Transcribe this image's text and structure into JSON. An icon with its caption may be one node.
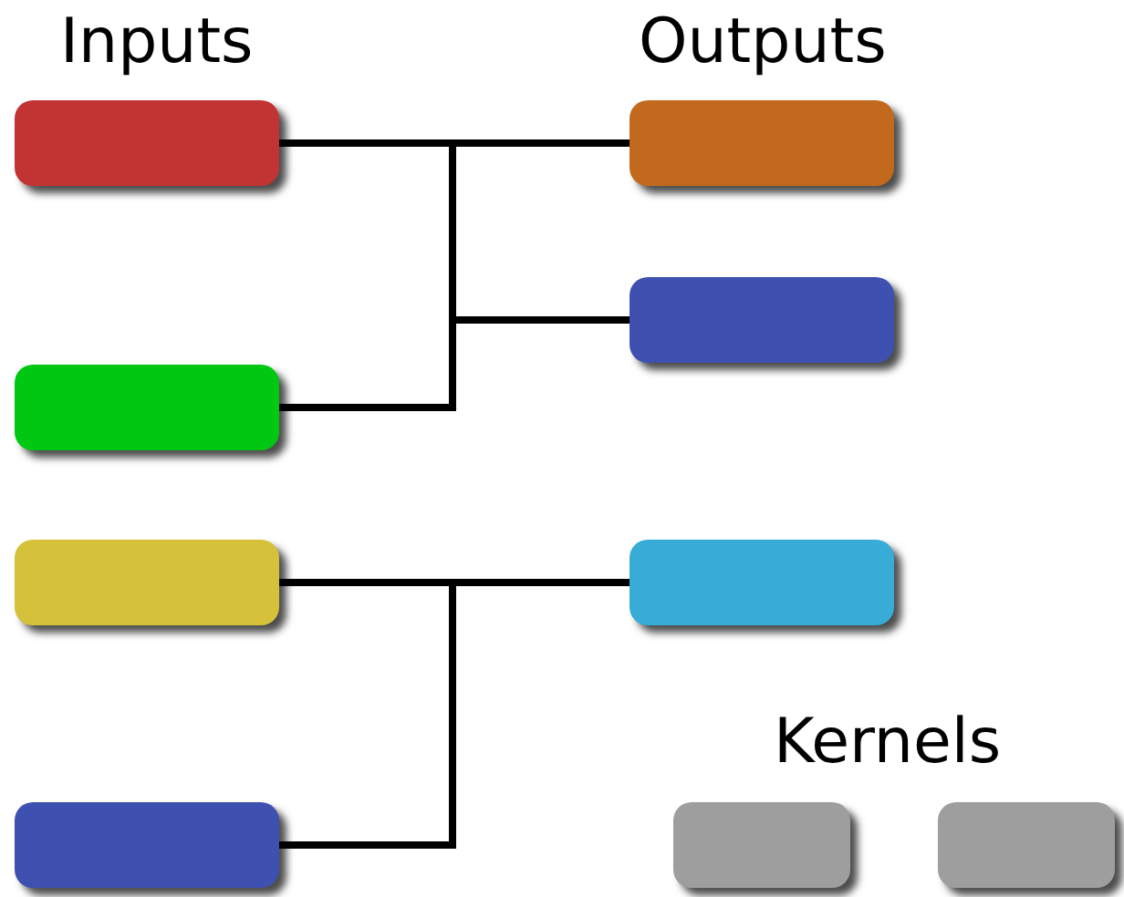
{
  "diagram": {
    "nodes": [
      {
        "text": [],
        "shape": "box"
      },
      {
        "text": [],
        "shape": "box"
      },
      {
        "text": [],
        "shape": "box"
      },
      {
        "text": [],
        "shape": "box"
      },
      {
        "text": [],
        "shape": "box"
      },
      {
        "text": [],
        "shape": "box"
      },
      {
        "text": [],
        "shape": "box"
      },
      {
        "text": [],
        "shape": "box"
      },
      {
        "text": [],
        "shape": "box"
      }
    ],
    "edges": [
      {
        "from": 0,
        "to": 1,
        "arrow": "none"
      },
      {
        "from": 0,
        "to": 2,
        "arrow": "none"
      },
      {
        "from": 3,
        "to": 1,
        "arrow": "none"
      },
      {
        "from": 3,
        "to": 2,
        "arrow": "none"
      },
      {
        "from": 4,
        "to": 5,
        "arrow": "none"
      },
      {
        "from": 6,
        "to": 5,
        "arrow": "none"
      }
    ],
    "labels": [
      "Inputs",
      "Outputs",
      "Kernels"
    ]
  }
}
